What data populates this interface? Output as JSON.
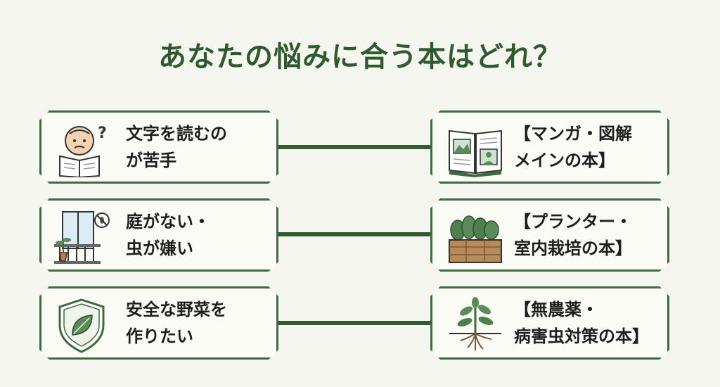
{
  "title": "あなたの悩みに合う本はどれ？",
  "rows": [
    {
      "problem": {
        "line1": "文字を読むの",
        "line2": "が苦手",
        "icon": "confused-reader-icon"
      },
      "book": {
        "line1": "【マンガ・図解",
        "line2": "メインの本】",
        "icon": "open-book-icon"
      }
    },
    {
      "problem": {
        "line1": "庭がない・",
        "line2": "虫が嫌い",
        "icon": "balcony-plant-icon"
      },
      "book": {
        "line1": "【プランター・",
        "line2": "室内栽培の本】",
        "icon": "planter-box-icon"
      }
    },
    {
      "problem": {
        "line1": "安全な野菜を",
        "line2": "作りたい",
        "icon": "leaf-shield-icon"
      },
      "book": {
        "line1": "【無農薬・",
        "line2": "病害虫対策の本】",
        "icon": "sprout-roots-icon"
      }
    }
  ],
  "colors": {
    "accent": "#2e5a2e",
    "border": "#3f6a3f",
    "background": "#f6f6f1"
  }
}
